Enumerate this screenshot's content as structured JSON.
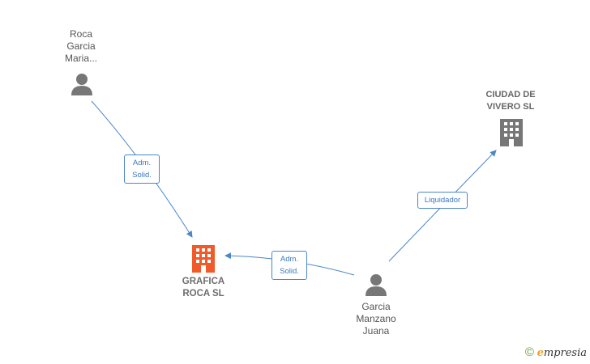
{
  "nodes": {
    "person_roca": {
      "lines": [
        "Roca",
        "Garcia",
        "Maria..."
      ],
      "type": "person"
    },
    "company_grafica": {
      "lines": [
        "GRAFICA",
        "ROCA SL"
      ],
      "type": "company",
      "color": "#f15a29"
    },
    "company_ciudad": {
      "lines": [
        "CIUDAD DE",
        "VIVERO SL"
      ],
      "type": "company",
      "color": "#777777"
    },
    "person_garcia": {
      "lines": [
        "Garcia",
        "Manzano",
        "Juana"
      ],
      "type": "person"
    }
  },
  "edges": {
    "roca_to_grafica": {
      "lines": [
        "Adm.",
        "Solid."
      ]
    },
    "garcia_to_grafica": {
      "lines": [
        "Adm.",
        "Solid."
      ]
    },
    "garcia_to_ciudad": {
      "lines": [
        "Liquidador"
      ]
    }
  },
  "colors": {
    "edge": "#4a86c8",
    "person_icon": "#777777"
  },
  "watermark": {
    "symbol": "©",
    "brand_initial": "e",
    "brand_rest": "mpresia"
  }
}
